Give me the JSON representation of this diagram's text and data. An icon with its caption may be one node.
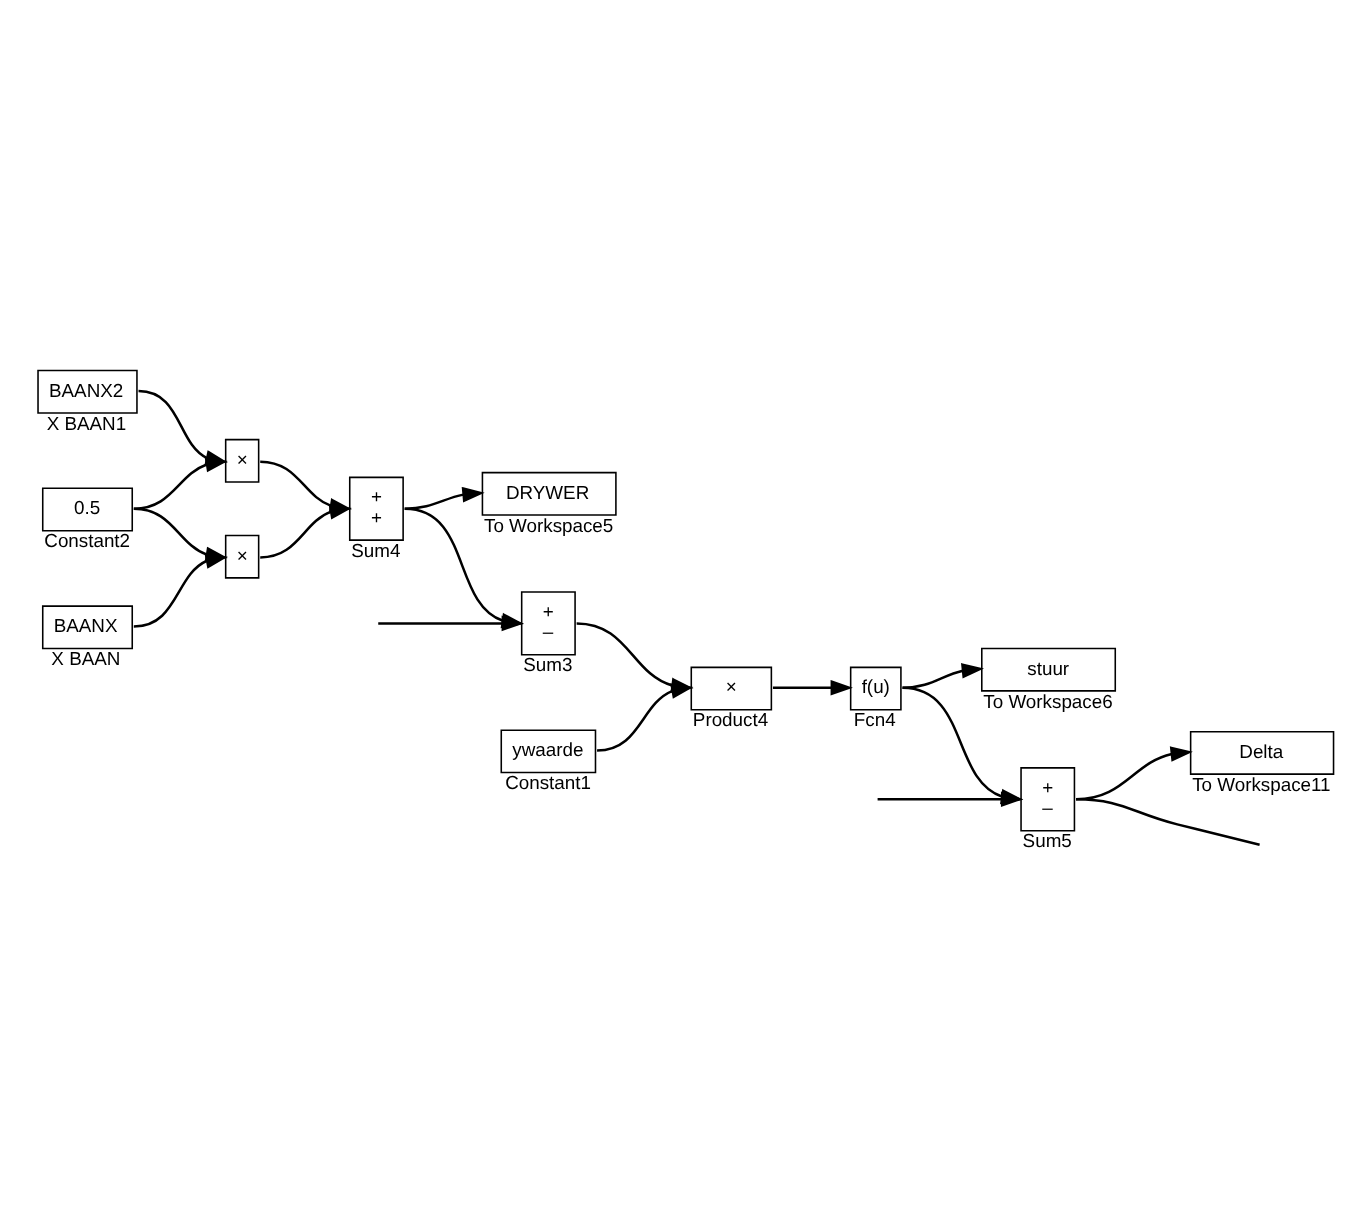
{
  "diagram": {
    "nodes": [
      {
        "text": [
          "BAANX2"
        ],
        "beside": [
          "X BAAN1"
        ]
      },
      {
        "text": [
          "0.5"
        ],
        "beside": [
          "Constant2"
        ]
      },
      {
        "text": [
          "BAANX"
        ],
        "beside": [
          "X BAAN"
        ]
      },
      {
        "text": [
          "×"
        ]
      },
      {
        "text": [
          "×"
        ]
      },
      {
        "text": [
          "+",
          "+"
        ],
        "beside": [
          "Sum4"
        ]
      },
      {
        "text": [
          "DRYWER"
        ],
        "beside": [
          "To Workspace5"
        ]
      },
      {
        "text": [
          "+",
          "–"
        ],
        "beside": [
          "Sum3"
        ]
      },
      {
        "text": [
          "×"
        ],
        "beside": [
          "Product4"
        ]
      },
      {
        "text": [
          "f(u)"
        ],
        "beside": [
          "Fcn4"
        ]
      },
      {
        "text": [
          "stuur"
        ],
        "beside": [
          "To Workspace6"
        ]
      },
      {
        "text": [
          "+",
          "–"
        ],
        "beside": [
          "Sum5"
        ]
      },
      {
        "text": [
          "ywaarde"
        ],
        "beside": [
          "Constant1"
        ]
      },
      {
        "text": [
          "Delta"
        ],
        "beside": [
          "To Workspace11"
        ]
      }
    ],
    "edges": [
      {
        "from": 0,
        "to": 3,
        "arrow": "to"
      },
      {
        "from": 1,
        "to": 3,
        "arrow": "to"
      },
      {
        "from": 1,
        "to": 4,
        "arrow": "to"
      },
      {
        "from": 2,
        "to": 4,
        "arrow": "to"
      },
      {
        "from": 3,
        "to": 5,
        "arrow": "to"
      },
      {
        "from": 4,
        "to": 5,
        "arrow": "to"
      },
      {
        "from": 5,
        "to": 6,
        "arrow": "to"
      },
      {
        "from": 5,
        "to": 7,
        "arrow": "to"
      },
      {
        "from": null,
        "to": 7,
        "arrow": "to"
      },
      {
        "from": 7,
        "to": 8,
        "arrow": "to"
      },
      {
        "from": 12,
        "to": 8,
        "arrow": "to"
      },
      {
        "from": 8,
        "to": 9,
        "arrow": "to"
      },
      {
        "from": 9,
        "to": 10,
        "arrow": "to"
      },
      {
        "from": 9,
        "to": 11,
        "arrow": "to"
      },
      {
        "from": 11,
        "to": null,
        "arrow": "none"
      },
      {
        "from": 11,
        "to": 13,
        "arrow": "to"
      },
      {
        "from": null,
        "to": 11,
        "arrow": "to"
      }
    ]
  }
}
